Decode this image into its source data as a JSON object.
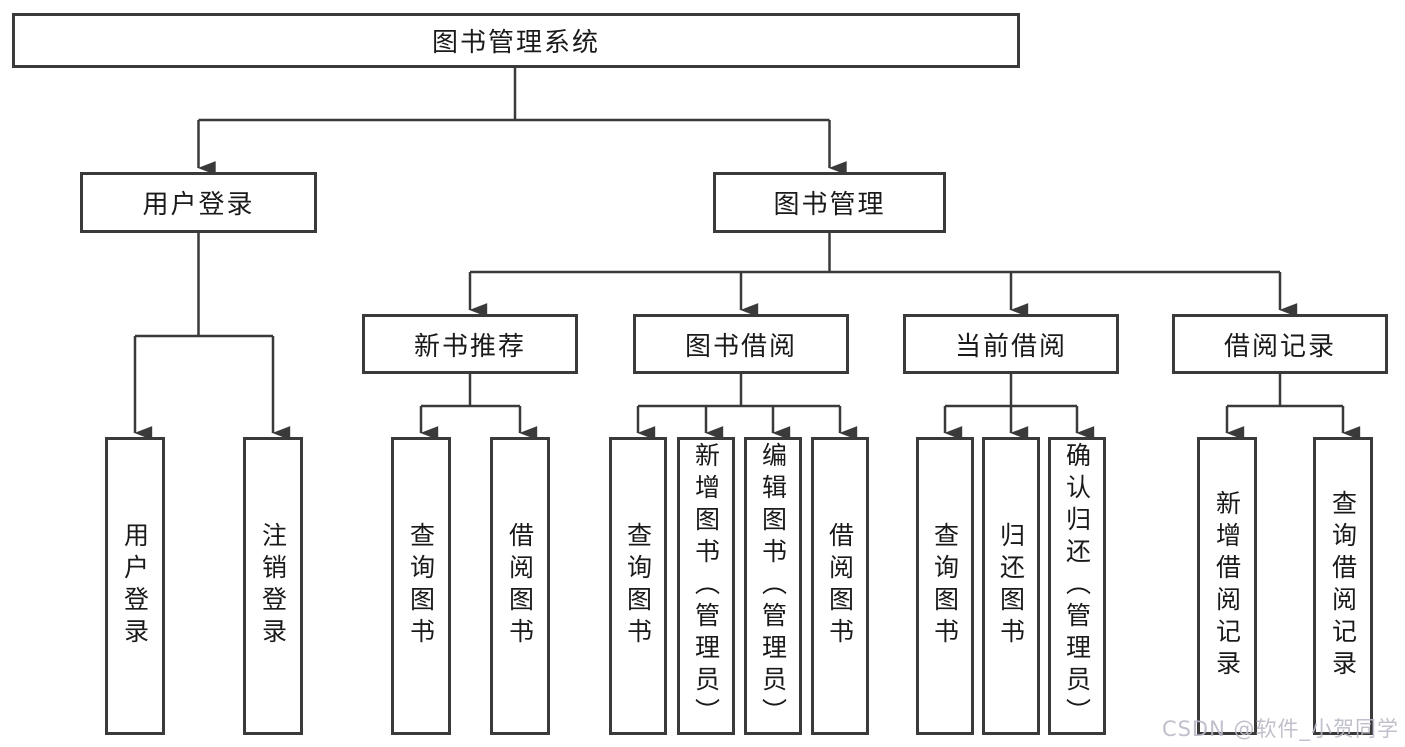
{
  "diagram": {
    "type": "hierarchy-tree",
    "colors": {
      "line": "#3a3a3a",
      "box_border": "#3a3a3a",
      "text": "#1a1a1a",
      "background": "#ffffff",
      "watermark": "#b9bac6"
    },
    "nodes": {
      "root": "图书管理系统",
      "user_login": "用户登录",
      "book_management": "图书管理",
      "new_book_recommend": "新书推荐",
      "book_borrow": "图书借阅",
      "current_borrow": "当前借阅",
      "borrow_records": "借阅记录",
      "leaf_user_login": "用户登录",
      "leaf_logout": "注销登录",
      "leaf_nb_query_books": "查询图书",
      "leaf_nb_borrow_books": "借阅图书",
      "leaf_bb_query_books": "查询图书",
      "leaf_bb_add_books": "新增图书（管理员）",
      "leaf_bb_edit_books": "编辑图书（管理员）",
      "leaf_bb_borrow_books": "借阅图书",
      "leaf_cb_query_books": "查询图书",
      "leaf_cb_return_books": "归还图书",
      "leaf_cb_confirm_return": "确认归还（管理员）",
      "leaf_br_add_record": "新增借阅记录",
      "leaf_br_query_record": "查询借阅记录"
    },
    "edges": [
      [
        "root",
        "user_login"
      ],
      [
        "root",
        "book_management"
      ],
      [
        "user_login",
        "leaf_user_login"
      ],
      [
        "user_login",
        "leaf_logout"
      ],
      [
        "book_management",
        "new_book_recommend"
      ],
      [
        "book_management",
        "book_borrow"
      ],
      [
        "book_management",
        "current_borrow"
      ],
      [
        "book_management",
        "borrow_records"
      ],
      [
        "new_book_recommend",
        "leaf_nb_query_books"
      ],
      [
        "new_book_recommend",
        "leaf_nb_borrow_books"
      ],
      [
        "book_borrow",
        "leaf_bb_query_books"
      ],
      [
        "book_borrow",
        "leaf_bb_add_books"
      ],
      [
        "book_borrow",
        "leaf_bb_edit_books"
      ],
      [
        "book_borrow",
        "leaf_bb_borrow_books"
      ],
      [
        "current_borrow",
        "leaf_cb_query_books"
      ],
      [
        "current_borrow",
        "leaf_cb_return_books"
      ],
      [
        "current_borrow",
        "leaf_cb_confirm_return"
      ],
      [
        "borrow_records",
        "leaf_br_add_record"
      ],
      [
        "borrow_records",
        "leaf_br_query_record"
      ]
    ],
    "watermark": "CSDN @软件_小贺同学"
  }
}
